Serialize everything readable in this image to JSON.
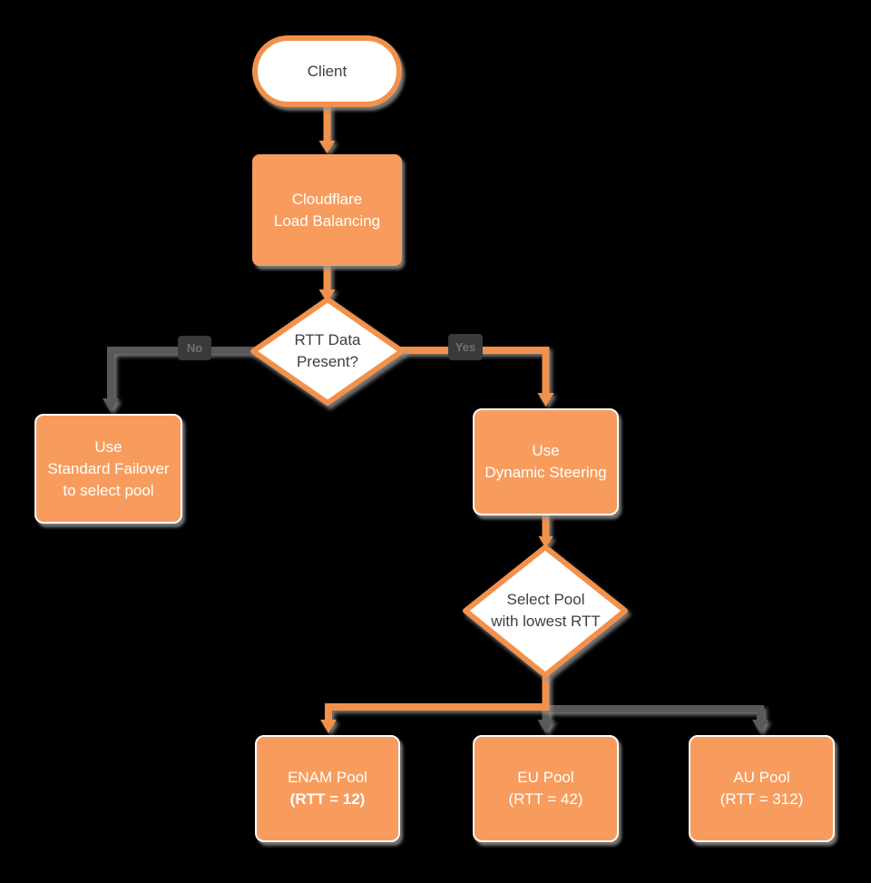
{
  "diagram": {
    "background": "#000000",
    "colors": {
      "node_fill_orange": "#F79C5D",
      "accent_orange_stroke": "#F2914B",
      "gray_connector": "#595959",
      "node_text_light": "#FFFFFF",
      "node_text_dark": "#3E3E3E",
      "shadow_gray": "#949494",
      "edge_chip_background": "#3A3A3A",
      "edge_chip_text": "#707070"
    },
    "nodes": {
      "client": {
        "label": "Client"
      },
      "load_balancer": {
        "label": "Cloudflare\nLoad Balancing"
      },
      "rtt_decision": {
        "label": "RTT Data\nPresent?"
      },
      "standard_failover": {
        "label": "Use\nStandard Failover\nto select pool"
      },
      "dynamic_steering": {
        "label": "Use\nDynamic Steering"
      },
      "pool_decision": {
        "label": "Select Pool\nwith lowest RTT"
      },
      "enam_pool": {
        "title": "ENAM Pool",
        "rtt": "(RTT = 12)"
      },
      "eu_pool": {
        "label": "EU Pool\n(RTT = 42)"
      },
      "au_pool": {
        "label": "AU Pool\n(RTT = 312)"
      }
    },
    "edge_labels": {
      "no": "No",
      "yes": "Yes"
    }
  }
}
